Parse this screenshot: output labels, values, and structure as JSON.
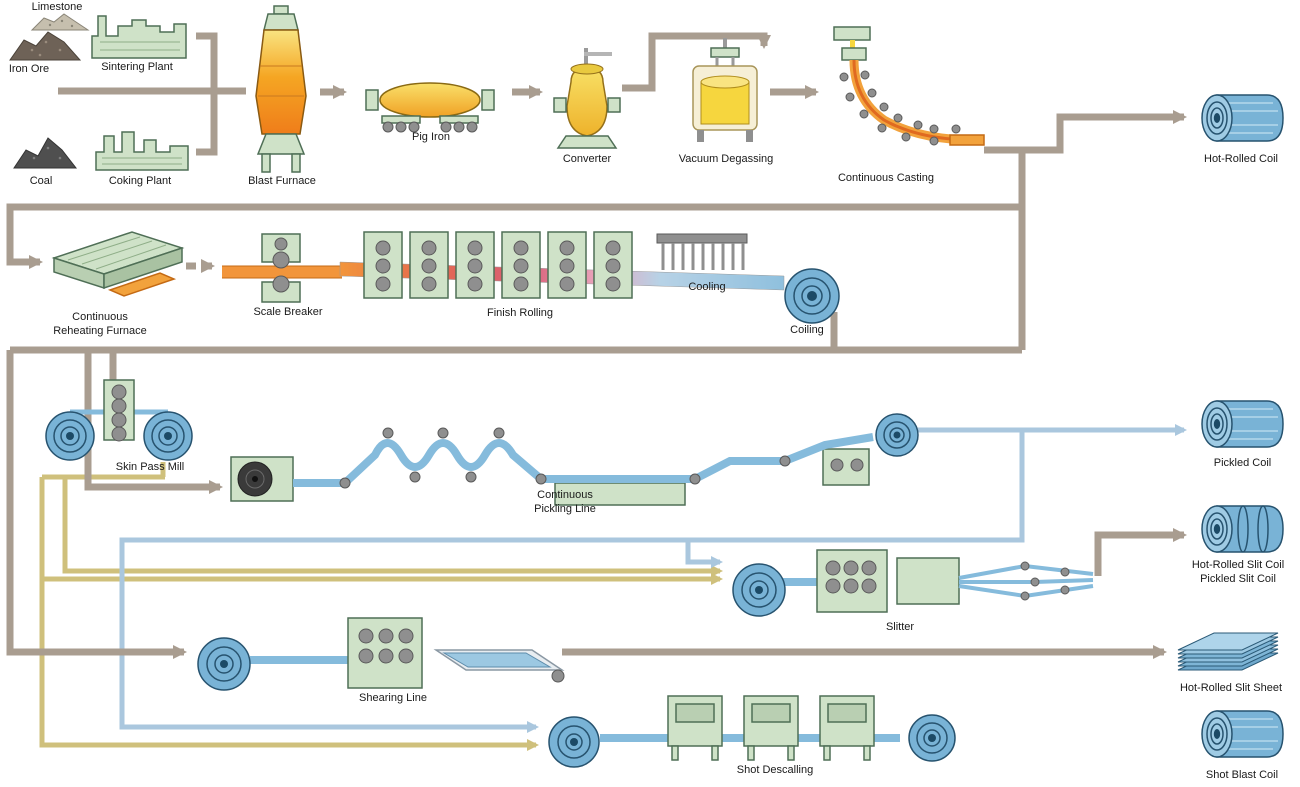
{
  "colors": {
    "connector": "#a99d90",
    "khaki": "#cfc07c",
    "pickled-blue": "#aac7de",
    "green": "#cfe2c8",
    "green-dark": "#4f6f56",
    "coil": "#79b3d6",
    "coil-dark": "#1c4a66",
    "strip": "#85bbdc",
    "orange": "#f2a23c",
    "yellow": "#f6d63e",
    "text": "#1a1a1a"
  },
  "stages": {
    "raw": {
      "limestone": "Limestone",
      "iron_ore": "Iron Ore",
      "sintering_plant": "Sintering Plant",
      "coal": "Coal",
      "coking_plant": "Coking Plant"
    },
    "iron_steel": {
      "blast_furnace": "Blast Furnace",
      "pig_iron": "Pig Iron",
      "converter": "Converter",
      "vacuum_degassing": "Vacuum Degassing",
      "continuous_casting": "Continuous Casting"
    },
    "hot_rolling": {
      "reheating1": "Continuous",
      "reheating2": "Reheating Furnace",
      "scale_breaker": "Scale Breaker",
      "finish_rolling": "Finish Rolling",
      "cooling": "Cooling",
      "coiling": "Coiling"
    },
    "finishing": {
      "skin_pass_mill": "Skin Pass Mill",
      "pickling1": "Continuous",
      "pickling2": "Pickling Line",
      "slitter": "Slitter",
      "shearing_line": "Shearing Line",
      "shot_descaling": "Shot Descalling"
    },
    "products": {
      "hot_rolled_coil": "Hot-Rolled Coil",
      "pickled_coil": "Pickled Coil",
      "slit_coil1": "Hot-Rolled Slit Coil",
      "slit_coil2": "Pickled Slit Coil",
      "slit_sheet": "Hot-Rolled Slit Sheet",
      "shot_blast_coil": "Shot Blast Coil"
    }
  }
}
